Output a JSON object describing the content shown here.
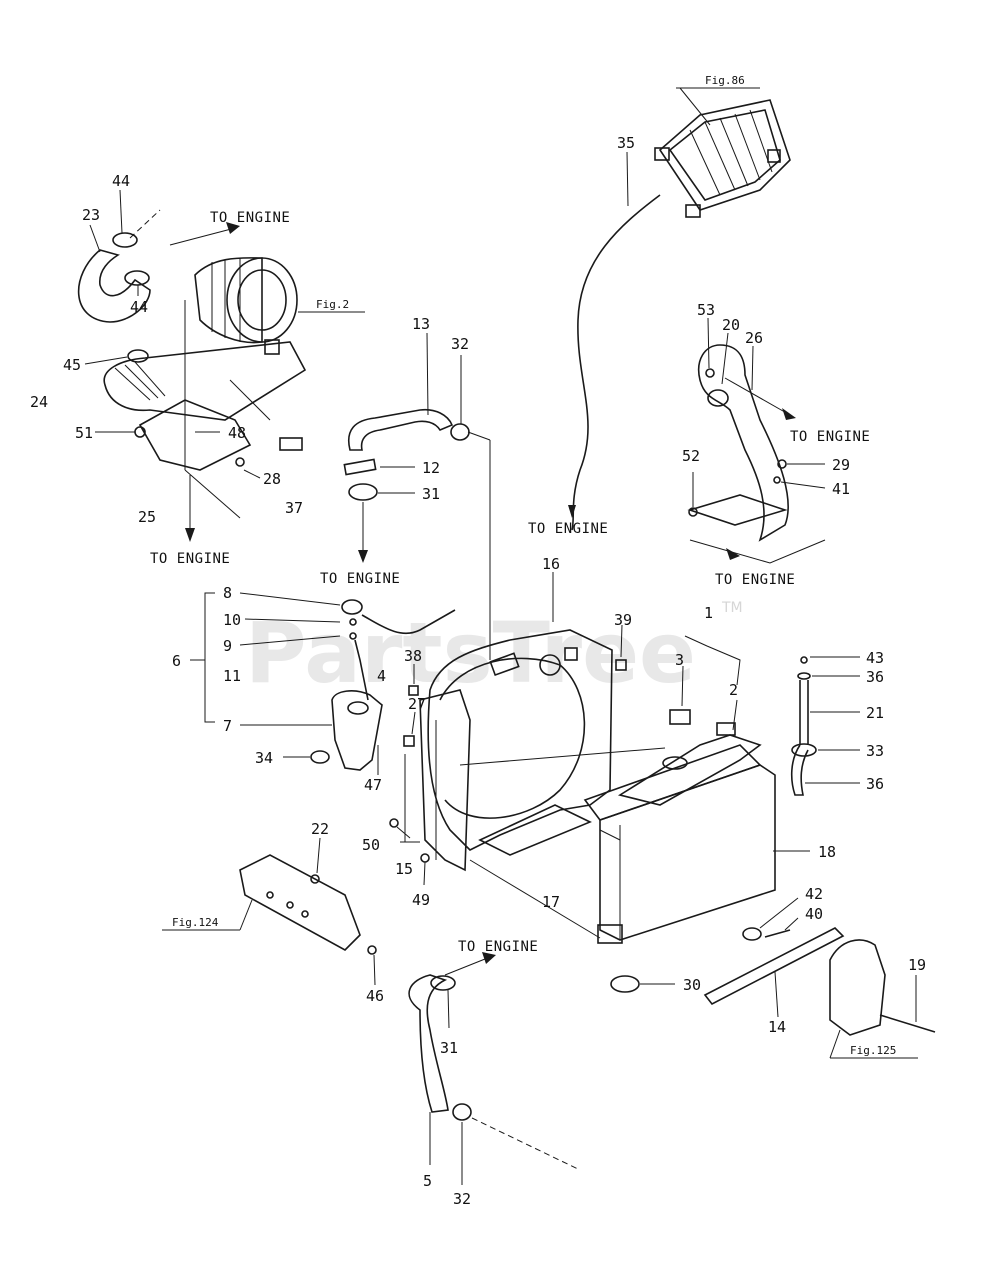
{
  "watermark": {
    "text": "PartsTree",
    "tm": "TM"
  },
  "fig_refs": {
    "fig86": "Fig.86",
    "fig2": "Fig.2",
    "fig124": "Fig.124",
    "fig125": "Fig.125"
  },
  "to_engine_labels": [
    "TO ENGINE",
    "TO ENGINE",
    "TO ENGINE",
    "TO ENGINE",
    "TO ENGINE",
    "TO ENGINE",
    "TO ENGINE"
  ],
  "callouts": {
    "n1": "1",
    "n2": "2",
    "n3": "3",
    "n4": "4",
    "n5": "5",
    "n6": "6",
    "n7": "7",
    "n8": "8",
    "n9": "9",
    "n10": "10",
    "n11": "11",
    "n12": "12",
    "n13": "13",
    "n14": "14",
    "n15": "15",
    "n16": "16",
    "n17": "17",
    "n18": "18",
    "n19": "19",
    "n20": "20",
    "n21": "21",
    "n22": "22",
    "n23": "23",
    "n24": "24",
    "n25": "25",
    "n26": "26",
    "n27": "27",
    "n28": "28",
    "n29": "29",
    "n30": "30",
    "n31a": "31",
    "n31b": "31",
    "n32a": "32",
    "n32b": "32",
    "n33": "33",
    "n34": "34",
    "n35": "35",
    "n36a": "36",
    "n36b": "36",
    "n37": "37",
    "n38": "38",
    "n39": "39",
    "n40": "40",
    "n41": "41",
    "n42": "42",
    "n43": "43",
    "n44a": "44",
    "n44b": "44",
    "n45": "45",
    "n46": "46",
    "n47": "47",
    "n48": "48",
    "n49": "49",
    "n50": "50",
    "n51": "51",
    "n52": "52",
    "n53": "53"
  }
}
